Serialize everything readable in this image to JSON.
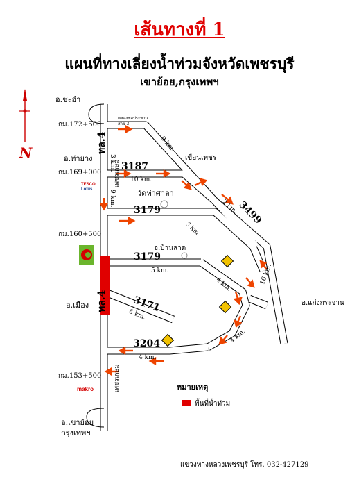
{
  "header": {
    "title": "เส้นทางที่ 1",
    "subtitle": "แผนที่ทางเลี่ยงน้ำท่วมจังหวัดเพชรบุรี",
    "subtitle2": "เขาย้อย,กรุงเทพฯ"
  },
  "compass": {
    "north_label": "N"
  },
  "places": {
    "cha_am": "อ.ชะอำ",
    "tha_yang": "อ.ท่ายาง",
    "mueang": "อ.เมือง",
    "khao_yoi": "อ.เขาย้อย",
    "bangkok": "กรุงเทพฯ",
    "ban_lat": "อ.บ้านลาด",
    "kaeng_krachan": "อ.แก่งกระจาน",
    "khuean_phetch": "เขื่อนเพชร",
    "wat_tha_sala": "วัดท่าศาลา",
    "canal": "คลองชลประทาน",
    "canal_2": "สาย 3"
  },
  "km_markers": [
    "กม.172+500",
    "กม.169+000",
    "กม.160+500",
    "กม.153+500"
  ],
  "roads": {
    "hwy4_top": "ทล.4",
    "hwy4_mid": "ทล.4",
    "phetkasem_top": "เพชรเกษม",
    "phetkasem_bottom": "เพชรเกษม",
    "r3187": "3187",
    "r3179a": "3179",
    "r3179b": "3179",
    "r3171": "3171",
    "r3204": "3204",
    "r3499": "3499"
  },
  "distances": {
    "d_3km_a": "3 km.",
    "d_9km_a": "9 km.",
    "d_10km": "10 km.",
    "d_9km_b": "9 km.",
    "d_2km": "2 km.",
    "d_3km_b": "3 km.",
    "d_5km": "5 km.",
    "d_4km_a": "4 km.",
    "d_16km": "16 km.",
    "d_6km": "6 km.",
    "d_4km_b": "4 km.",
    "d_4km_c": "4 km."
  },
  "stores": {
    "tesco_top": "TESCO",
    "tesco_bottom": "Lotus",
    "big_c": "C",
    "makro": "makro"
  },
  "legend": {
    "title": "หมายเหตุ",
    "flood_area": "พื้นที่น้ำท่วม"
  },
  "footer": "แขวงทางหลวงเพชรบุรี โทร. 032-427129",
  "colors": {
    "title": "#e00000",
    "flood": "#e00000",
    "arrow": "#ee4400",
    "road_outline": "#000000"
  }
}
